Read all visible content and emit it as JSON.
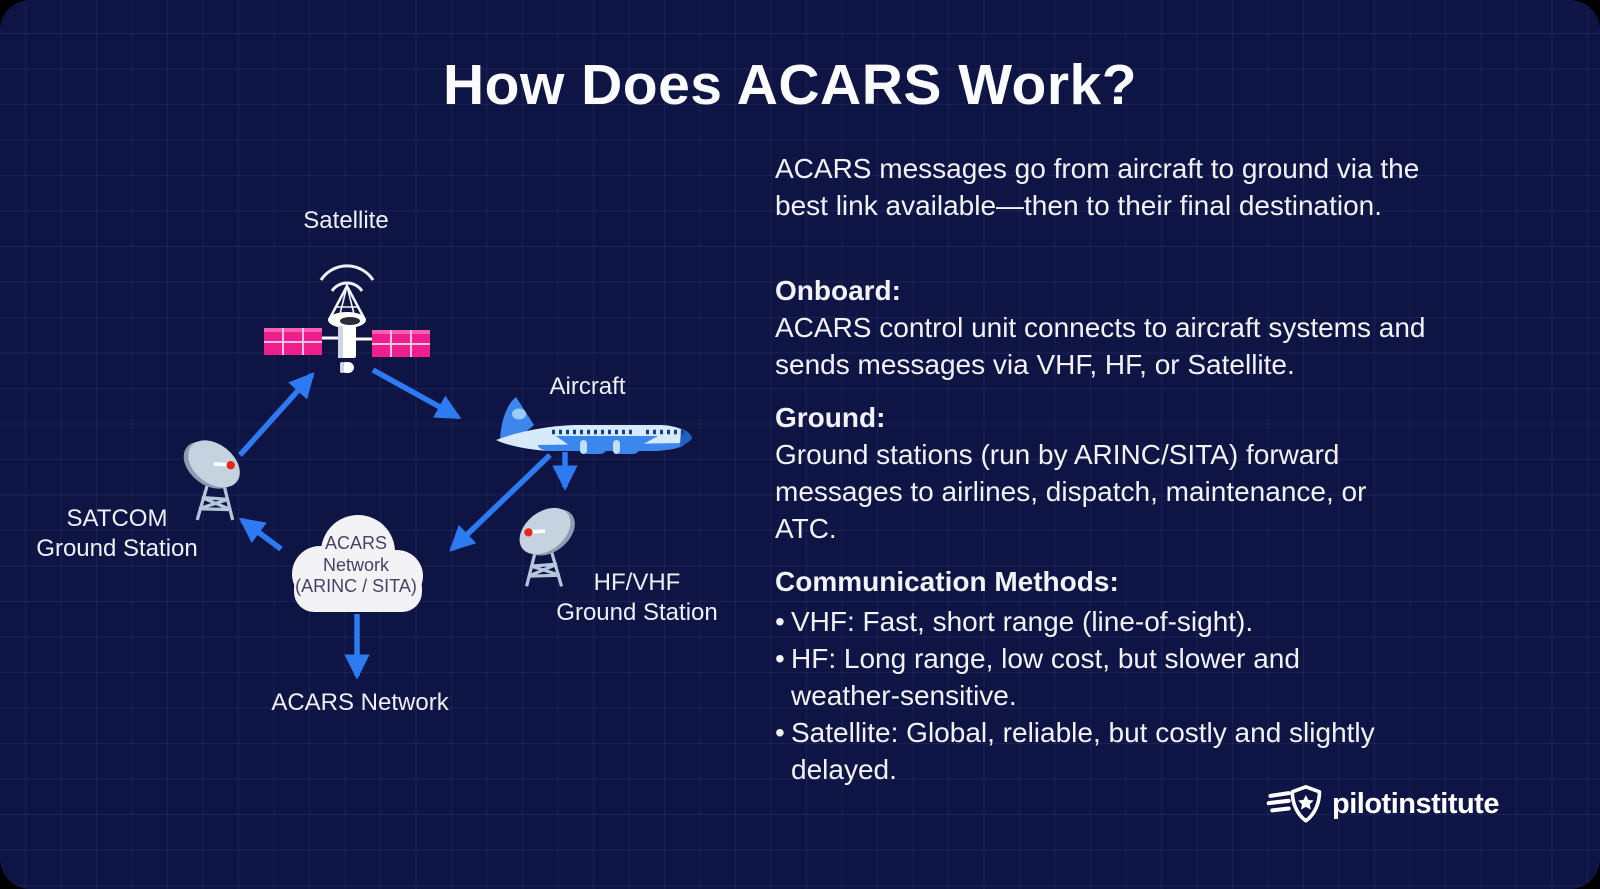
{
  "title": "How Does ACARS Work?",
  "diagram": {
    "satellite_label": "Satellite",
    "aircraft_label": "Aircraft",
    "satcom_label": [
      "SATCOM",
      "Ground Station"
    ],
    "hfvhf_label": [
      "HF/VHF",
      "Ground Station"
    ],
    "cloud_label": [
      "ACARS",
      "Network",
      "(ARINC / SITA)"
    ],
    "acars_network_label": "ACARS Network"
  },
  "content": {
    "intro": [
      "ACARS messages go from aircraft to ground via the",
      "best link available—then to their final destination."
    ],
    "sections": [
      {
        "heading": "Onboard:",
        "body": [
          "ACARS control unit connects to aircraft systems and",
          "sends messages via VHF, HF, or Satellite."
        ]
      },
      {
        "heading": "Ground:",
        "body": [
          "Ground stations (run by ARINC/SITA) forward",
          "messages to airlines, dispatch, maintenance, or",
          "ATC."
        ]
      }
    ],
    "methods": {
      "heading": "Communication Methods:",
      "items": [
        [
          "VHF: Fast, short range (line-of-sight)."
        ],
        [
          "HF: Long range, low cost, but slower and",
          "weather-sensitive."
        ],
        [
          "Satellite: Global, reliable, but costly and slightly",
          "delayed."
        ]
      ]
    }
  },
  "footer": {
    "brand": "pilotinstitute"
  },
  "colors": {
    "background": "#0e1443",
    "grid_line": "#2a3570",
    "arrow_blue": "#2d7bf2",
    "solar_panel_pink": "#ee1e8c",
    "text_white": "#f2f3f7",
    "cloud_fill": "#f3f3f6",
    "cloud_text": "#474168",
    "dish_gray": "#c5d2df",
    "red_dot": "#e82817"
  }
}
